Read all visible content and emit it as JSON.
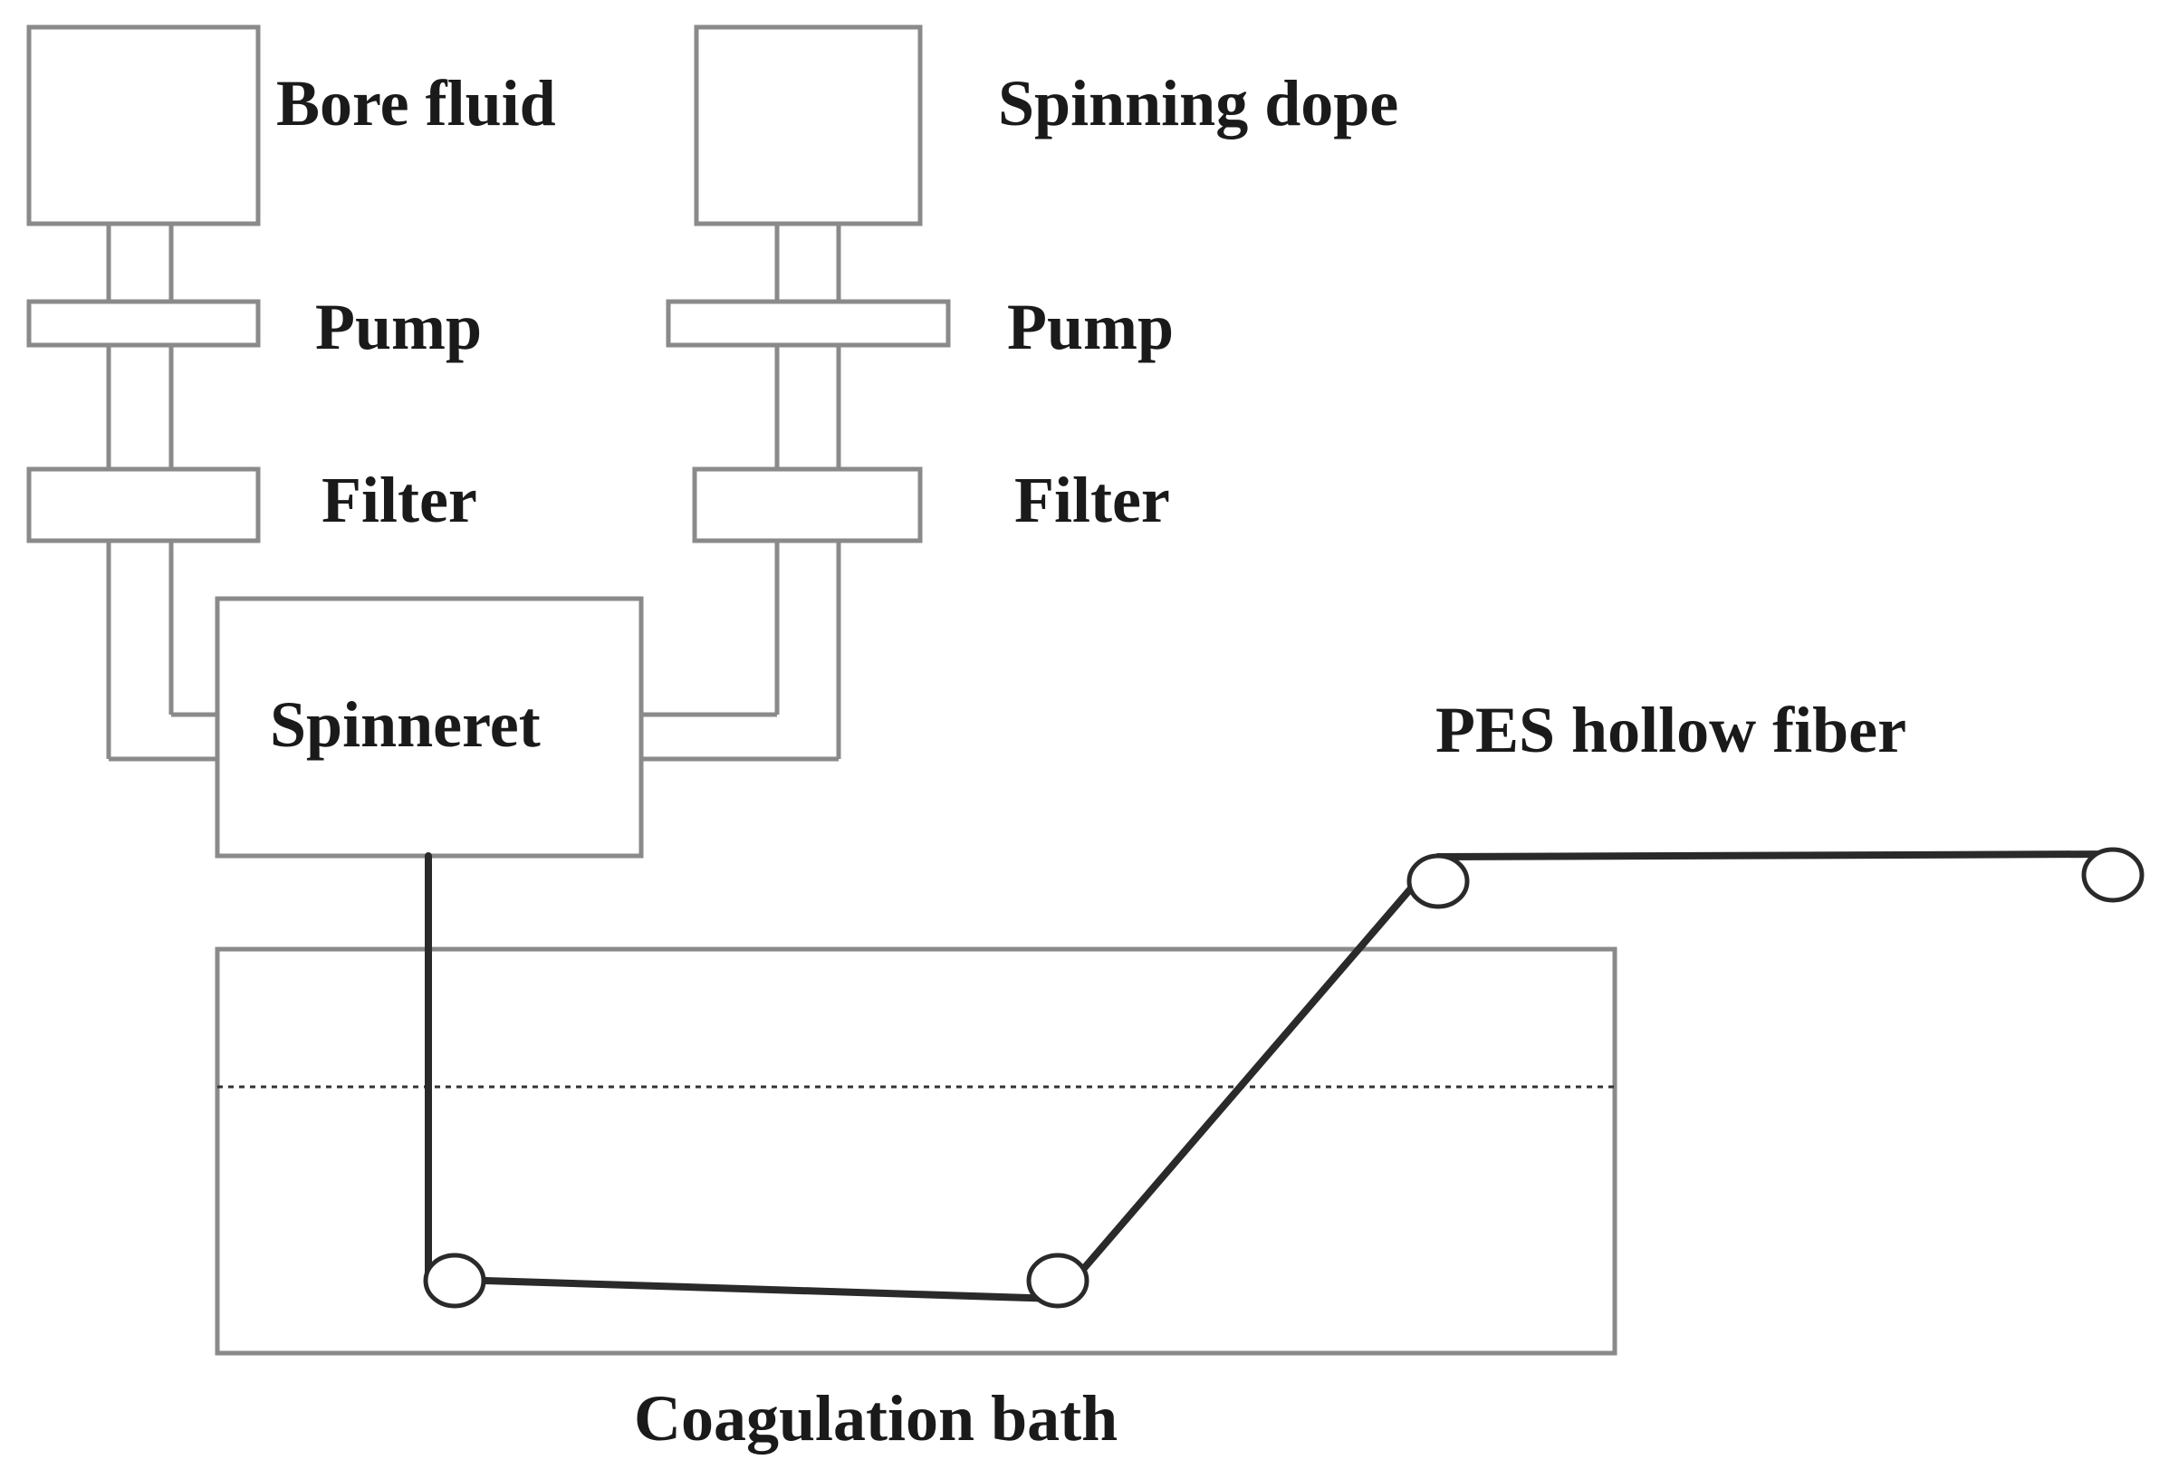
{
  "labels": {
    "bore_fluid": "Bore fluid",
    "spinning_dope": "Spinning dope",
    "pump_left": "Pump",
    "pump_right": "Pump",
    "filter_left": "Filter",
    "filter_right": "Filter",
    "spinneret": "Spinneret",
    "fiber": "PES hollow fiber",
    "bath": "Coagulation bath"
  },
  "colors": {
    "component_outline": "#8a8a8a",
    "fiber_line": "#2a2a2a",
    "text": "#1a1a1a",
    "background": "#ffffff"
  }
}
